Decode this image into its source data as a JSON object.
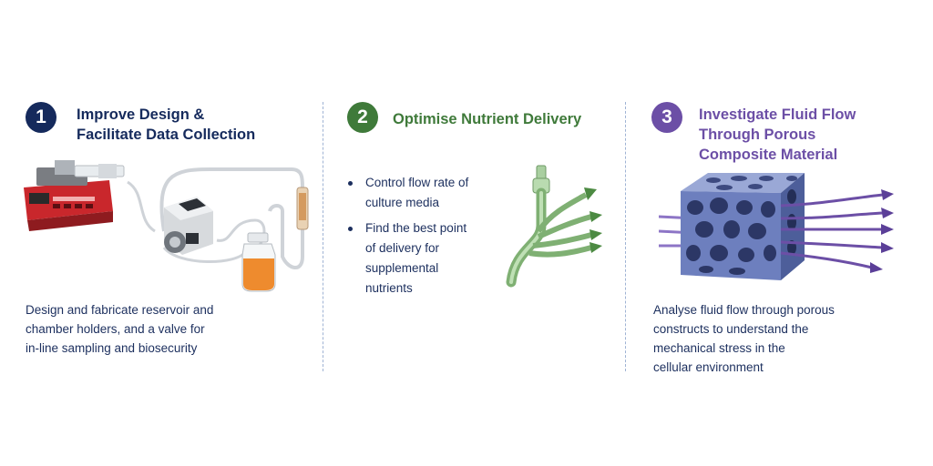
{
  "colors": {
    "navy": "#152a5c",
    "green": "#3f7a3a",
    "purple": "#6c4fa6",
    "text": "#1c2f5e",
    "divider": "#9fb3d4"
  },
  "panels": [
    {
      "number": "1",
      "title_lines": [
        "Improve Design &",
        "Facilitate Data Collection"
      ],
      "description_lines": [
        "Design and fabricate reservoir and",
        "chamber holders, and a valve for",
        "in-line sampling and biosecurity"
      ],
      "illustration": "pump-tubing-setup-icon"
    },
    {
      "number": "2",
      "title_lines": [
        "Optimise Nutrient Delivery"
      ],
      "bullets": [
        {
          "lines": [
            "Control flow rate of",
            "culture media"
          ]
        },
        {
          "lines": [
            "Find the best point",
            "of delivery for",
            "supplemental",
            "nutrients"
          ]
        }
      ],
      "illustration": "branching-tube-icon"
    },
    {
      "number": "3",
      "title_lines": [
        "Investigate Fluid Flow",
        "Through Porous",
        "Composite Material"
      ],
      "description_lines": [
        "Analyse fluid flow through porous",
        "constructs to understand the",
        "mechanical stress in the",
        "cellular environment"
      ],
      "illustration": "porous-cube-flow-icon"
    }
  ]
}
